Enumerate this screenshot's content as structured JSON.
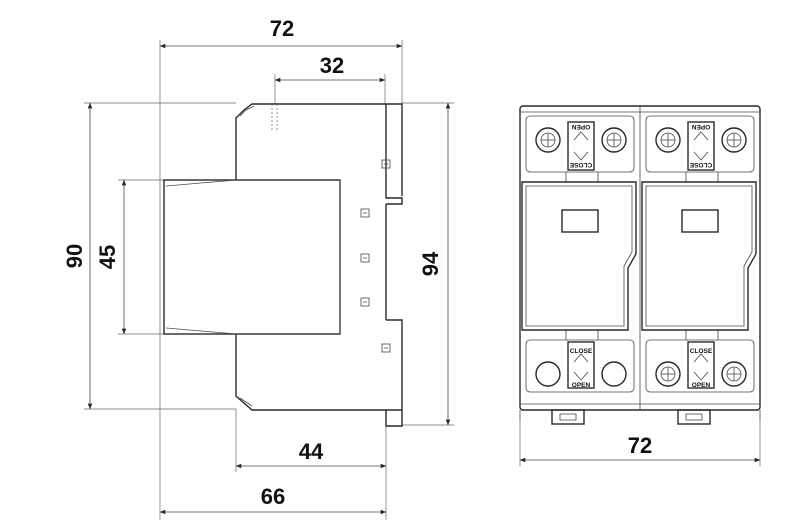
{
  "dimensions": {
    "width_total": "72",
    "top_offset": "32",
    "height_90": "90",
    "height_45": "45",
    "height_94": "94",
    "depth_44": "44",
    "depth_66": "66",
    "front_width": "72"
  },
  "labels": {
    "open": "OPEN",
    "close": "CLOSE"
  },
  "colors": {
    "line": "#2a2a2a",
    "text": "#111111",
    "background": "#ffffff"
  }
}
